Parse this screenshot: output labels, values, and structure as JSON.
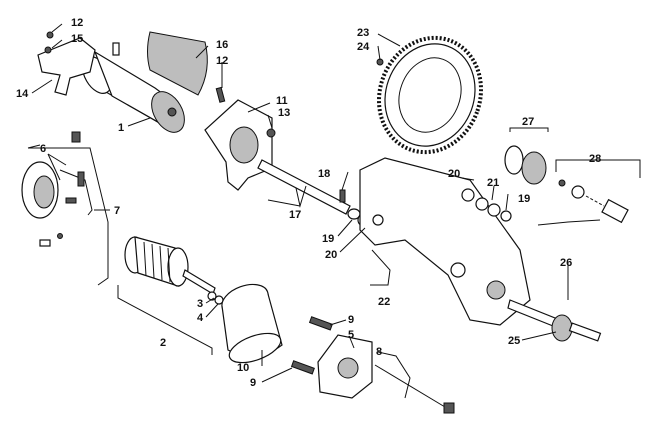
{
  "diagram": {
    "callouts": [
      {
        "id": "c12a",
        "text": "12"
      },
      {
        "id": "c15",
        "text": "15"
      },
      {
        "id": "c14",
        "text": "14"
      },
      {
        "id": "c16",
        "text": "16"
      },
      {
        "id": "c12b",
        "text": "12"
      },
      {
        "id": "c1",
        "text": "1"
      },
      {
        "id": "c11",
        "text": "11"
      },
      {
        "id": "c13",
        "text": "13"
      },
      {
        "id": "c6",
        "text": "6"
      },
      {
        "id": "c7",
        "text": "7"
      },
      {
        "id": "c18",
        "text": "18"
      },
      {
        "id": "c17",
        "text": "17"
      },
      {
        "id": "c19a",
        "text": "19"
      },
      {
        "id": "c20a",
        "text": "20"
      },
      {
        "id": "c23",
        "text": "23"
      },
      {
        "id": "c24",
        "text": "24"
      },
      {
        "id": "c27",
        "text": "27"
      },
      {
        "id": "c28",
        "text": "28"
      },
      {
        "id": "c20b",
        "text": "20"
      },
      {
        "id": "c21",
        "text": "21"
      },
      {
        "id": "c19b",
        "text": "19"
      },
      {
        "id": "c26",
        "text": "26"
      },
      {
        "id": "c22",
        "text": "22"
      },
      {
        "id": "c3",
        "text": "3"
      },
      {
        "id": "c4",
        "text": "4"
      },
      {
        "id": "c2",
        "text": "2"
      },
      {
        "id": "c9a",
        "text": "9"
      },
      {
        "id": "c5",
        "text": "5"
      },
      {
        "id": "c8",
        "text": "8"
      },
      {
        "id": "c10",
        "text": "10"
      },
      {
        "id": "c9b",
        "text": "9"
      },
      {
        "id": "c25",
        "text": "25"
      }
    ]
  }
}
